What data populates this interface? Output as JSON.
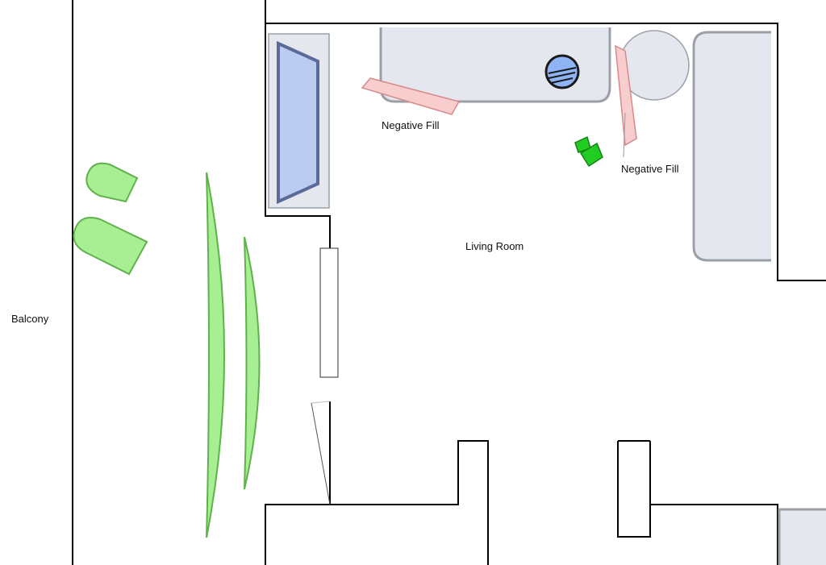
{
  "diagram": {
    "labels": {
      "balcony": "Balcony",
      "living_room": "Living Room",
      "negative_fill_left": "Negative Fill",
      "negative_fill_right": "Negative Fill"
    },
    "colors": {
      "wall": "#000000",
      "furniture_fill": "#e4e8ee",
      "furniture_stroke": "#9aa0a6",
      "window_fill": "#bccbf0",
      "window_stroke": "#5a6a9a",
      "negative_fill": "#f7cdcd",
      "negative_fill_stroke": "#d88a8a",
      "light_fill": "#a8ee93",
      "light_stroke": "#5fb24a",
      "camera": "#22cc22",
      "lamp_fill": "#8fb4f5",
      "lamp_stroke": "#1a1a1a"
    },
    "icons": {
      "camera": "camera-icon",
      "lamp": "lamp-icon"
    }
  }
}
